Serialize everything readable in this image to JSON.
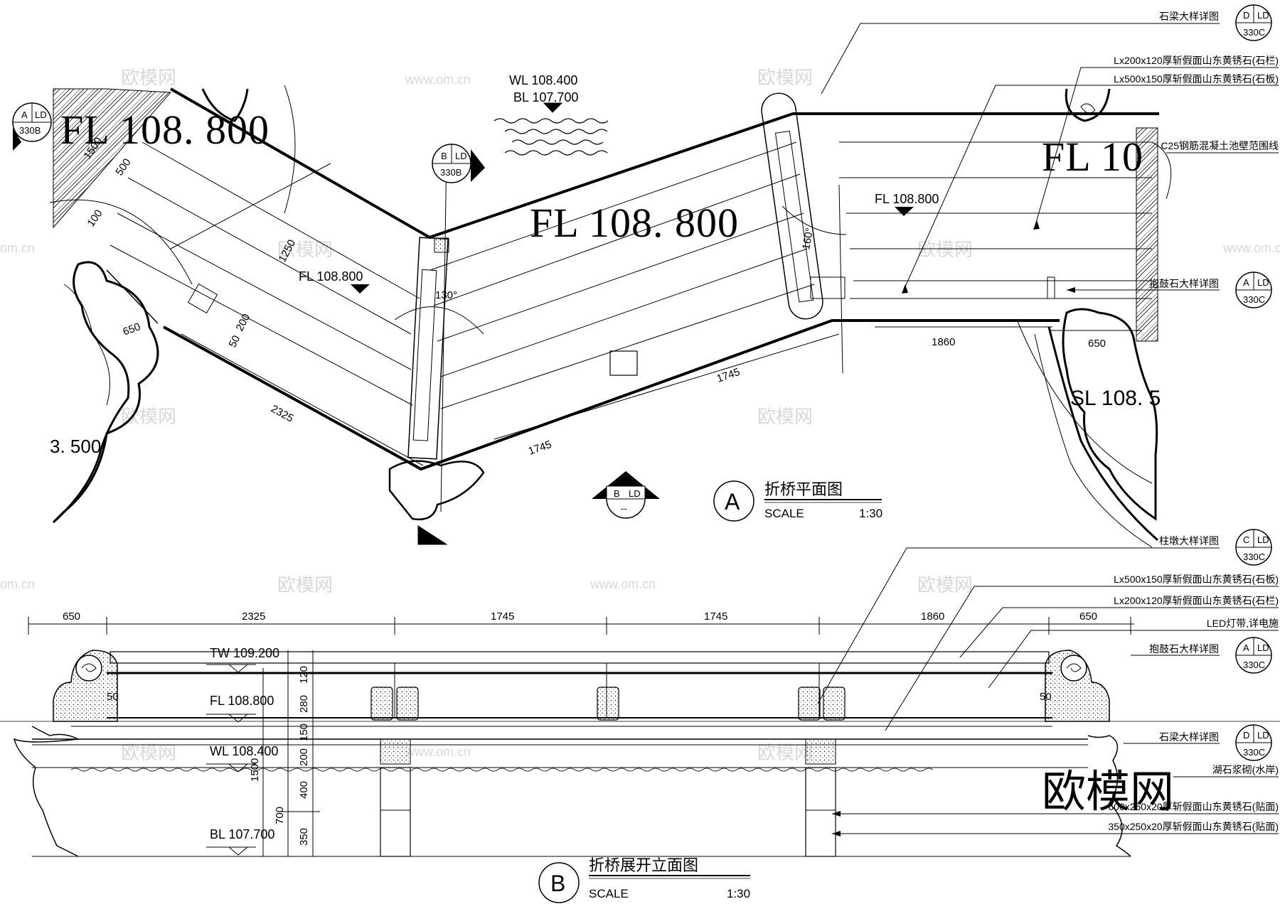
{
  "watermark": {
    "brand": "欧模网",
    "site": "www.om.cn",
    "site_short": "om.cn"
  },
  "plan": {
    "big_fl_left": "FL 108. 800",
    "big_fl_center": "FL 108. 800",
    "big_fl_right": "FL 10",
    "sl_partial": "SL 108. 5",
    "left_partial": "3. 500",
    "water": {
      "wl": "WL 108.400",
      "bl": "BL 107.700"
    },
    "fl_small_1": "FL 108.800",
    "fl_small_2": "FL 108.800",
    "angles": [
      "130°",
      "160°"
    ],
    "dims": [
      "1500",
      "500",
      "100",
      "1250",
      "50",
      "200",
      "2325",
      "1745",
      "1745",
      "1860",
      "650",
      "650"
    ],
    "section_marks": [
      {
        "letter": "A",
        "code": "LD",
        "sheet": "330B"
      },
      {
        "letter": "B",
        "code": "LD",
        "sheet": "330B"
      },
      {
        "letter": "B",
        "code": "LD",
        "sheet": "--"
      }
    ],
    "title": {
      "letter": "A",
      "name": "折桥平面图",
      "scale_label": "SCALE",
      "scale": "1:30"
    }
  },
  "plan_callouts": [
    {
      "text": "石梁大样详图",
      "letter": "D",
      "code": "LD",
      "sheet": "330C"
    },
    {
      "text": "Lx200x120厚斩假面山东黄锈石(石栏)"
    },
    {
      "text": "Lx500x150厚斩假面山东黄锈石(石板)"
    },
    {
      "text": "C25钢筋混凝土池壁范围线"
    },
    {
      "text": "抱鼓石大样详图",
      "letter": "A",
      "code": "LD",
      "sheet": "330C"
    }
  ],
  "elevation": {
    "dims": [
      "650",
      "2325",
      "1745",
      "1745",
      "1860",
      "650"
    ],
    "levels": [
      "TW 109.200",
      "FL 108.800",
      "WL 108.400",
      "BL 107.700"
    ],
    "vdims": [
      "120",
      "280",
      "150",
      "200",
      "400",
      "700",
      "350",
      "1500"
    ],
    "side_50": [
      "50",
      "50"
    ],
    "title": {
      "letter": "B",
      "name": "折桥展开立面图",
      "scale_label": "SCALE",
      "scale": "1:30"
    }
  },
  "elevation_callouts": [
    {
      "text": "柱墩大样详图",
      "letter": "C",
      "code": "LD",
      "sheet": "330C"
    },
    {
      "text": "Lx500x150厚斩假面山东黄锈石(石板)"
    },
    {
      "text": "Lx200x120厚斩假面山东黄锈石(石栏)"
    },
    {
      "text": "LED灯带,详电施"
    },
    {
      "text": "抱鼓石大样详图",
      "letter": "A",
      "code": "LD",
      "sheet": "330C"
    },
    {
      "text": "石梁大样详图",
      "letter": "D",
      "code": "LD",
      "sheet": "330C"
    },
    {
      "text": "湖石浆砌(水岸)"
    },
    {
      "text": "600x250x20厚斩假面山东黄锈石(贴面)"
    },
    {
      "text": "350x250x20厚斩假面山东黄锈石(贴面)"
    }
  ]
}
